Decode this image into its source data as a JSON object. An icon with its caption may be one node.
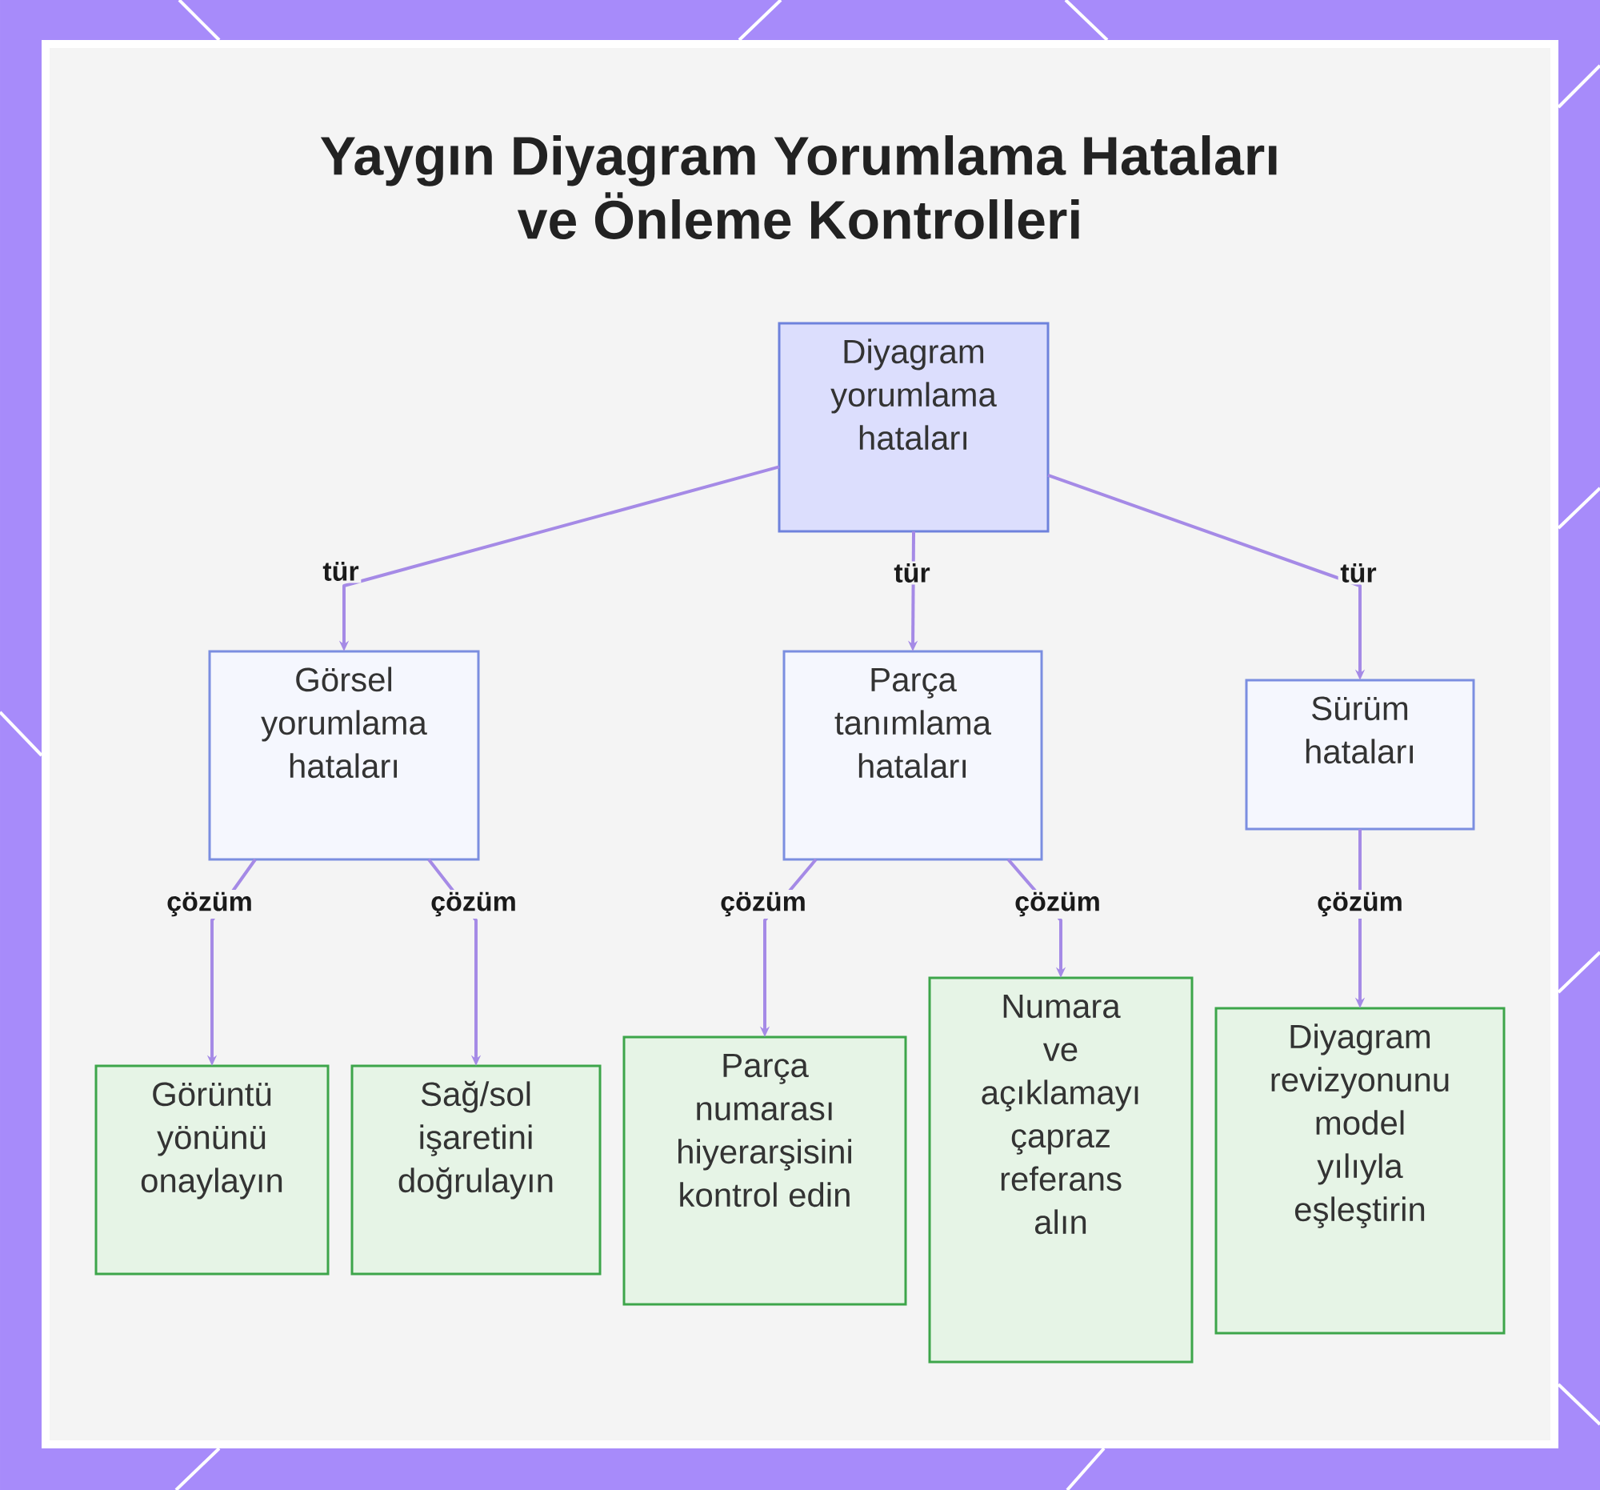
{
  "diagram": {
    "title": "Yaygın Diyagram Yorumlama Hataları ve Önleme Kontrolleri",
    "nodes": [
      {
        "text": [
          "Diyagram yorumlama hataları"
        ]
      },
      {
        "text": [
          "Görsel yorumlama hataları"
        ]
      },
      {
        "text": [
          "Parça tanımlama hataları"
        ]
      },
      {
        "text": [
          "Sürüm hataları"
        ]
      },
      {
        "text": [
          "Görüntü yönünü onaylayın"
        ]
      },
      {
        "text": [
          "Sağ/sol işaretini doğrulayın"
        ]
      },
      {
        "text": [
          "Parça numarası hiyerarşisini kontrol edin"
        ]
      },
      {
        "text": [
          "Numara ve açıklamayı çapraz referans alın"
        ]
      },
      {
        "text": [
          "Diyagram revizyonunu model yılıyla eşleştirin"
        ]
      }
    ],
    "edges": [
      {
        "from": 0,
        "to": 1,
        "arrow": "to",
        "label": "tür"
      },
      {
        "from": 0,
        "to": 2,
        "arrow": "to",
        "label": "tür"
      },
      {
        "from": 0,
        "to": 3,
        "arrow": "to",
        "label": "tür"
      },
      {
        "from": 1,
        "to": 4,
        "arrow": "to",
        "label": "çözüm"
      },
      {
        "from": 1,
        "to": 5,
        "arrow": "to",
        "label": "çözüm"
      },
      {
        "from": 2,
        "to": 6,
        "arrow": "to",
        "label": "çözüm"
      },
      {
        "from": 2,
        "to": 7,
        "arrow": "to",
        "label": "çözüm"
      },
      {
        "from": 3,
        "to": 8,
        "arrow": "to",
        "label": "çözüm"
      }
    ]
  }
}
